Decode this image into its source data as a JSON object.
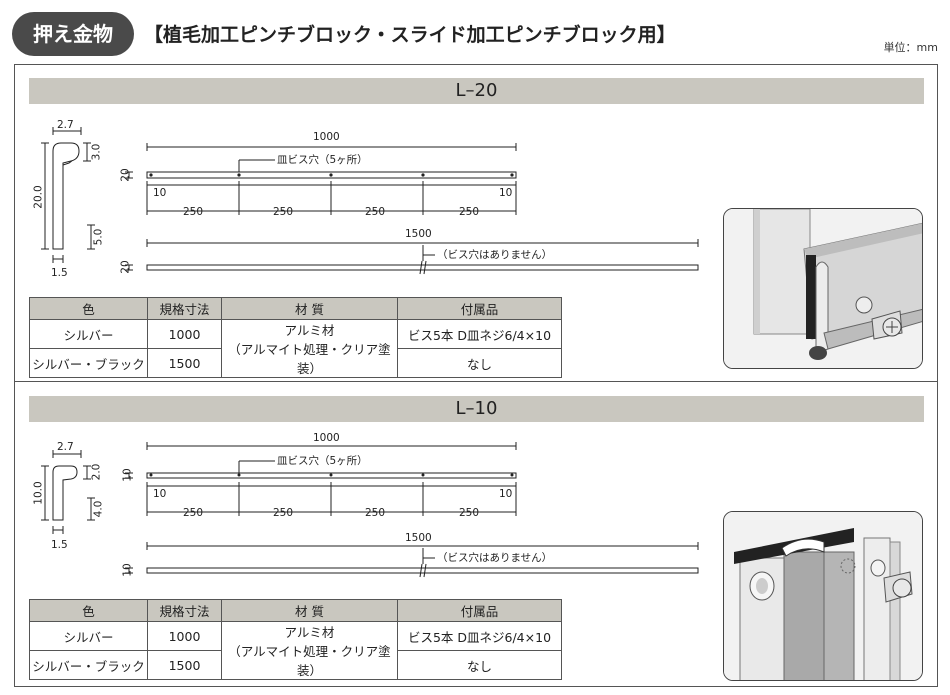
{
  "header": {
    "badge": "押え金物",
    "title": "【植毛加工ピンチブロック・スライド加工ピンチブロック用】",
    "unit": "単位：mm"
  },
  "sections": [
    {
      "model": "L–20",
      "profile": {
        "width_top": "2.7",
        "top_h": "3.0",
        "height": "20.0",
        "low_h": "5.0",
        "thickness": "1.5"
      },
      "plan1000": {
        "length": "1000",
        "hole_note": "皿ビス穴（5ヶ所）",
        "height": "20",
        "end_left": "10",
        "end_right": "10",
        "pitch": [
          "250",
          "250",
          "250",
          "250"
        ]
      },
      "plan1500": {
        "length": "1500",
        "note": "（ビス穴はありません）",
        "height": "20"
      }
    },
    {
      "model": "L–10",
      "profile": {
        "width_top": "2.7",
        "top_h": "2.0",
        "height": "10.0",
        "low_h": "4.0",
        "thickness": "1.5"
      },
      "plan1000": {
        "length": "1000",
        "hole_note": "皿ビス穴（5ヶ所）",
        "height": "10",
        "end_left": "10",
        "end_right": "10",
        "pitch": [
          "250",
          "250",
          "250",
          "250"
        ]
      },
      "plan1500": {
        "length": "1500",
        "note": "（ビス穴はありません）",
        "height": "10"
      }
    }
  ],
  "table": {
    "headers": [
      "色",
      "規格寸法",
      "材 質",
      "付属品"
    ],
    "rows": [
      {
        "color": "シルバー",
        "size": "1000",
        "accessory": "ビス5本 D皿ネジ6/4×10"
      },
      {
        "color": "シルバー・ブラック",
        "size": "1500",
        "accessory": "なし"
      }
    ],
    "material_line1": "アルミ材",
    "material_line2": "（アルマイト処理・クリア塗装）"
  }
}
